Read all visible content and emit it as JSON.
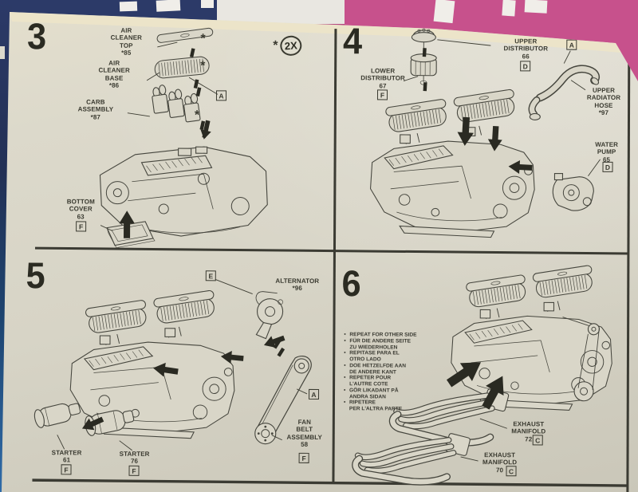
{
  "colors": {
    "paper": "#d8d4c6",
    "ink": "#3a3a30",
    "box_art_pink": "#c7518c",
    "box_art_navy": "#2c3a68",
    "box_art_blue": "#2f6ba8"
  },
  "sheet": {
    "panels": {
      "p3": {
        "number": "3",
        "star": "*",
        "multiplier": "2X",
        "labels": {
          "air_cleaner_top": "AIR\nCLEANER\nTOP\n*85",
          "air_cleaner_base": "AIR\nCLEANER\nBASE\n*86",
          "carb_assembly": "CARB\nASSEMBLY\n*87",
          "bottom_cover": "BOTTOM\nCOVER\n63"
        },
        "boxes": {
          "a": "A",
          "f": "F"
        }
      },
      "p4": {
        "number": "4",
        "labels": {
          "upper_distributor": "UPPER\nDISTRIBUTOR\n66",
          "lower_distributor": "LOWER\nDISTRIBUTOR\n67",
          "upper_radiator_hose": "UPPER\nRADIATOR\nHOSE\n*97",
          "water_pump": "WATER\nPUMP\n65"
        },
        "boxes": {
          "a": "A",
          "d_upper_distributor": "D",
          "f_lower_distributor": "F",
          "d_water_pump": "D"
        }
      },
      "p5": {
        "number": "5",
        "labels": {
          "alternator": "ALTERNATOR\n*96",
          "fan_belt_assembly": "FAN\nBELT\nASSEMBLY\n58",
          "starter_61": "STARTER\n61",
          "starter_76": "STARTER\n76"
        },
        "boxes": {
          "e": "E",
          "a": "A",
          "f_fan_belt": "F",
          "f_starter_61": "F",
          "f_starter_76": "F"
        }
      },
      "p6": {
        "number": "6",
        "bullet": "•",
        "labels": {
          "exhaust_manifold_72": "EXHAUST\nMANIFOLD\n72",
          "exhaust_manifold_70": "EXHAUST\nMANIFOLD\n70"
        },
        "boxes": {
          "c_72": "C",
          "c_70": "C"
        },
        "notes": [
          "REPEAT FOR OTHER SIDE",
          "FÜR DIE ANDERE SEITE\nZU WIEDERHOLEN",
          "REPITASE PARA EL\nOTRO LADO",
          "DOE HETZELFDE AAN\nDE ANDERE KANT",
          "REPETER POUR\nL'AUTRE COTE",
          "GÖR LIKADANT PÅ\nANDRA SIDAN",
          "RIPETERE\nPER L'ALTRA PARTE"
        ]
      }
    }
  }
}
